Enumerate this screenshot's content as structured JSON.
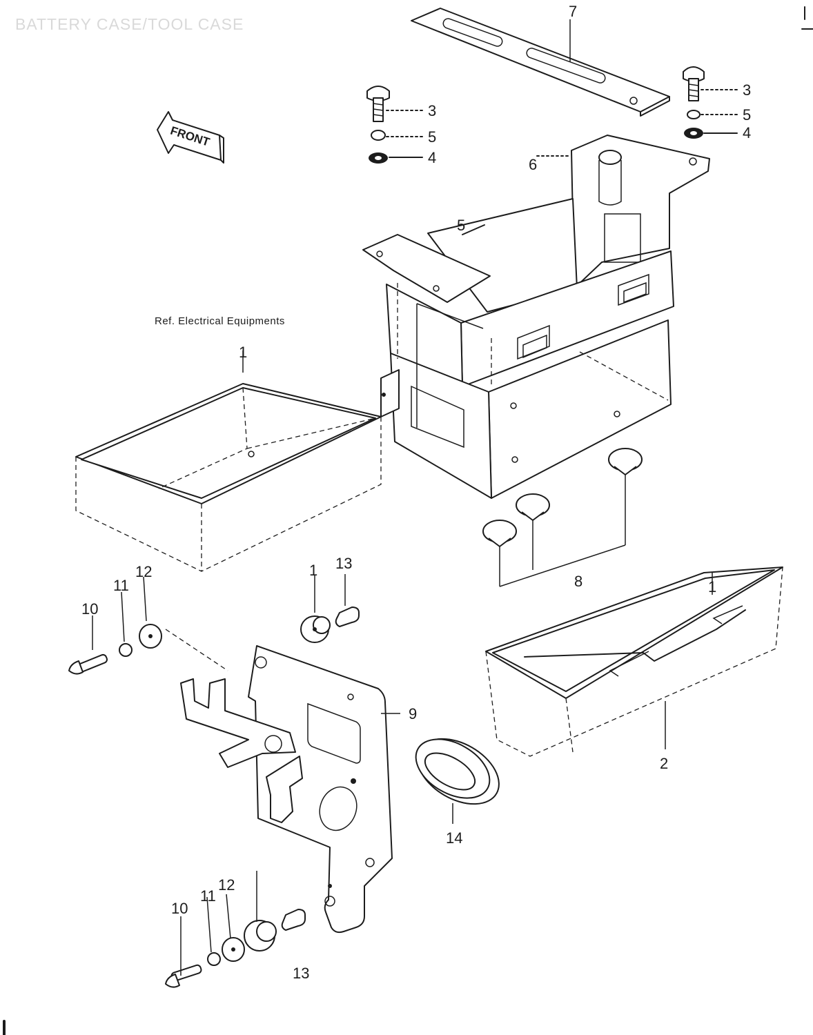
{
  "header": {
    "title": "BATTERY CASE/TOOL CASE"
  },
  "front_arrow": {
    "label": "FRONT"
  },
  "reference_note": "Ref. Electrical Equipments",
  "callouts": {
    "c1_a": "1",
    "c1_b": "1",
    "c1_c": "1",
    "c2": "2",
    "c3_a": "3",
    "c3_b": "3",
    "c4_a": "4",
    "c4_b": "4",
    "c5_a": "5",
    "c5_b": "5",
    "c5_c": "5",
    "c6": "6",
    "c7": "7",
    "c8": "8",
    "c9": "9",
    "c10_a": "10",
    "c10_b": "10",
    "c11_a": "11",
    "c11_b": "11",
    "c12_a": "12",
    "c12_b": "12",
    "c13_a": "13",
    "c13_b": "13",
    "c14": "14"
  }
}
